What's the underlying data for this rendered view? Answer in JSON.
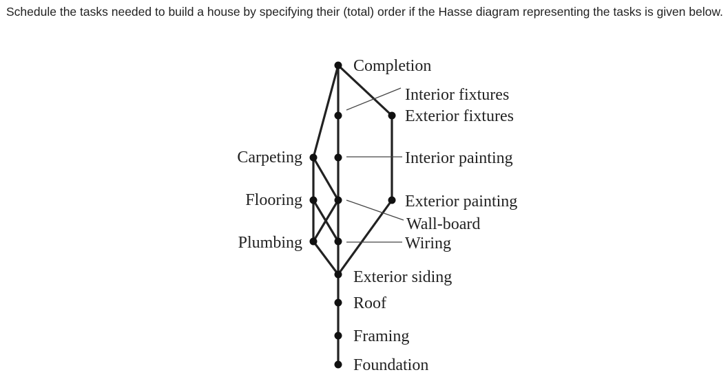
{
  "question": {
    "text": "Schedule the tasks needed to build a house by specifying their (total) order if the Hasse diagram representing the tasks is given below."
  },
  "diagram": {
    "labels": {
      "completion": "Completion",
      "interior_fixtures": "Interior fixtures",
      "exterior_fixtures": "Exterior fixtures",
      "carpeting": "Carpeting",
      "interior_painting": "Interior painting",
      "flooring": "Flooring",
      "exterior_painting": "Exterior painting",
      "wall_board": "Wall-board",
      "plumbing": "Plumbing",
      "wiring": "Wiring",
      "exterior_siding": "Exterior siding",
      "roof": "Roof",
      "framing": "Framing",
      "foundation": "Foundation"
    }
  }
}
